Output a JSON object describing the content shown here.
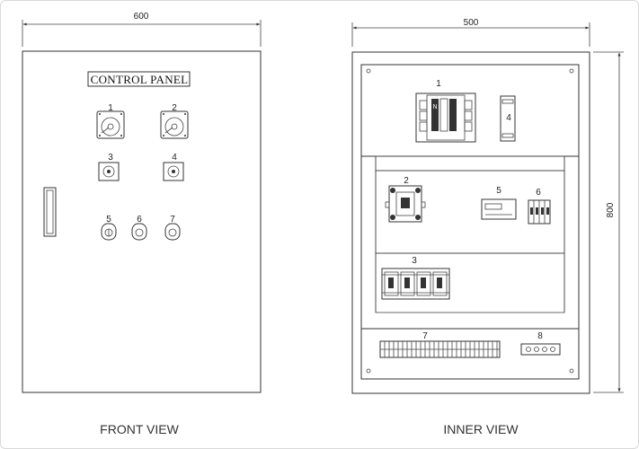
{
  "front_view": {
    "caption": "FRONT VIEW",
    "width_dim": "600",
    "panel_title": "CONTROL PANEL",
    "items": [
      "1",
      "2",
      "3",
      "4",
      "5",
      "6",
      "7"
    ]
  },
  "inner_view": {
    "caption": "INNER VIEW",
    "width_dim": "500",
    "height_dim": "800",
    "items": [
      "1",
      "2",
      "3",
      "4",
      "5",
      "6",
      "7",
      "8"
    ]
  }
}
